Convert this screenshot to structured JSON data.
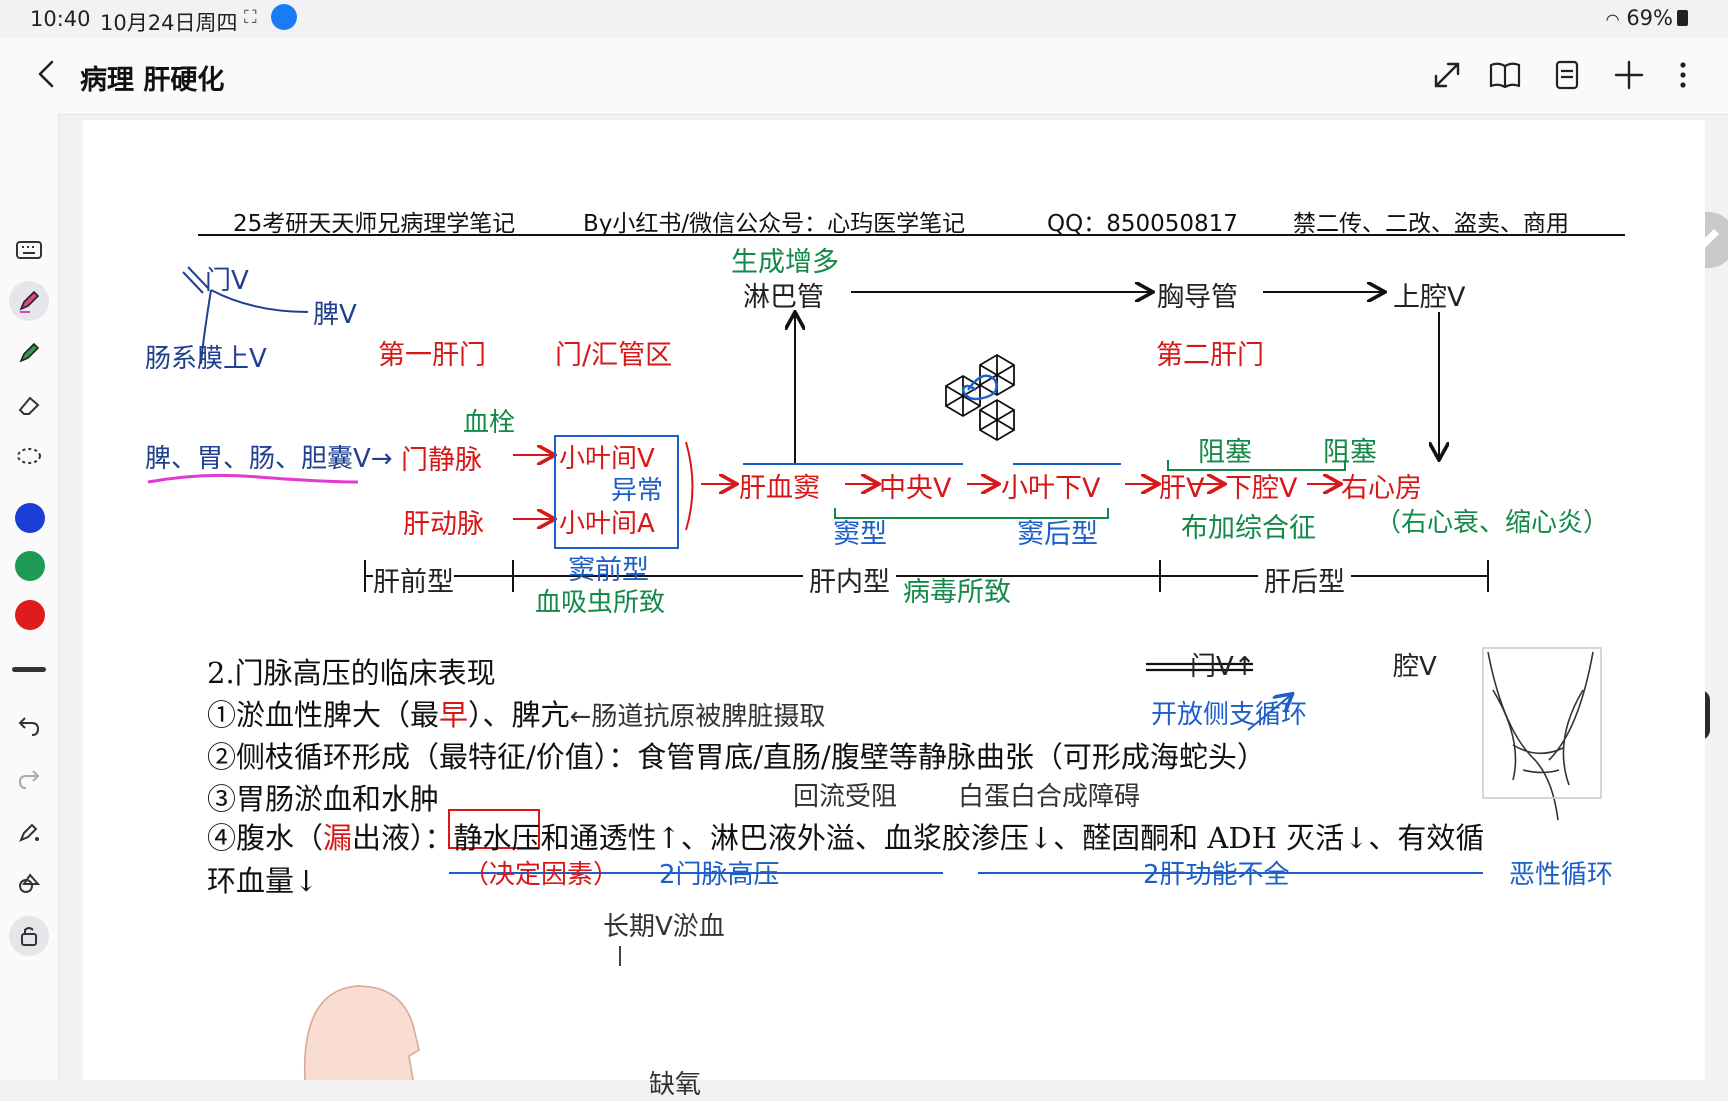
{
  "status": {
    "time": "10:40",
    "date": "10月24日周四",
    "battery": "69%"
  },
  "nav": {
    "title": "病理 肝硬化"
  },
  "header": {
    "c1": "25考研天天师兄病理学笔记",
    "c2": "By小红书/微信公众号：心玙医学笔记",
    "c3": "QQ：850050817",
    "c4": "禁二传、二改、盗卖、商用"
  },
  "diagram": {
    "menv": "门V",
    "pv": "脾V",
    "mesv": "肠系膜上V",
    "organs": "脾、胃、肠、胆囊V→",
    "first_hilum": "第一肝门",
    "portal_area": "门/汇管区",
    "thrombus": "血栓",
    "portal_vein": "门静脉",
    "hepatic_artery": "肝动脉",
    "lobular_v": "小叶间V",
    "abnormal": "异常",
    "lobular_a": "小叶间A",
    "presinus": "窦前型",
    "schisto": "血吸虫所致",
    "lymph_increase": "生成增多",
    "lymph": "淋巴管",
    "thoracic": "胸导管",
    "svc": "上腔V",
    "second_hilum": "第二肝门",
    "obstr1": "阻塞",
    "obstr2": "阻塞",
    "sinusoid": "肝血窦",
    "central": "中央V",
    "sublob": "小叶下V",
    "hepv": "肝V",
    "ivc": "下腔V",
    "ra": "右心房",
    "sinus_type": "窦型",
    "postsinus": "窦后型",
    "virus": "病毒所致",
    "budd": "布加综合征",
    "hf": "（右心衰、缩心炎）",
    "prehep": "肝前型",
    "intrahep": "肝内型",
    "posthep": "肝后型"
  },
  "notes": {
    "heading": "2.门脉高压的临床表现",
    "l1a": "①淤血性脾大（最",
    "l1b": "早",
    "l1c": "）、脾亢",
    "l1d": "←肠道抗原被脾脏摄取",
    "l2": "②侧枝循环形成（最特征/价值）：食管胃底/直肠/腹壁等静脉曲张（可形成海蛇头）",
    "l3": "③胃肠淤血和水肿",
    "l4a": "④腹水（",
    "l4b": "漏",
    "l4c": "出液）：",
    "l4d": "静水压",
    "l4e": "和通透性↑、淋巴液外溢、血浆胶渗压↓、醛固酮和 ADH 灭活↓、有效循",
    "l5": "环血量↓",
    "back_flow": "回流受阻",
    "albumin": "白蛋白合成障碍",
    "decisive": "（决定因素）",
    "portal_ht": "2门脉高压",
    "liver_fail": "2肝功能不全",
    "vicious": "恶性循环",
    "portal_up": "门V↑",
    "cav": "腔V",
    "collateral": "开放侧支循环",
    "long_congest": "长期V淤血",
    "hypoxia": "缺氧"
  },
  "colors": {
    "red": "#d81818",
    "blue": "#1d5fc9",
    "green": "#138a48",
    "pink": "#e03ad0"
  }
}
